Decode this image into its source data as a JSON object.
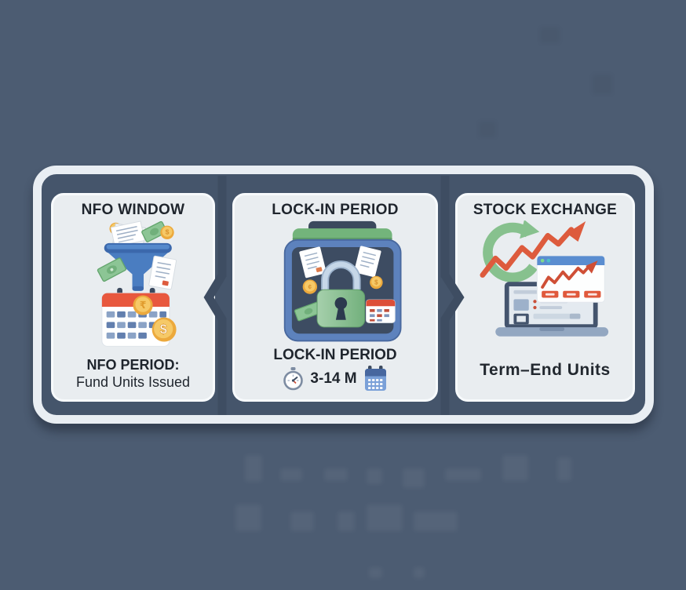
{
  "diagram": {
    "type": "three-step flow infographic",
    "panels": [
      {
        "id": "nfo-window",
        "title": "NFO WINDOW",
        "caption_title": "NFO PERIOD:",
        "caption_sub": "Fund Units Issued",
        "icons": [
          "coin-icon",
          "paper-stack-icon",
          "money-bill-icon",
          "funnel-icon",
          "document-icon",
          "calendar-icon",
          "rupee-coin-icon",
          "dollar-coin-icon"
        ]
      },
      {
        "id": "lock-in-period",
        "title": "LOCK-IN PERIOD",
        "caption_title": "LOCK-IN PERIOD",
        "duration": "3-14 M",
        "icons": [
          "vault-icon",
          "padlock-icon",
          "document-icon",
          "coin-icon",
          "money-bill-icon",
          "mini-calendar-icon",
          "stopwatch-icon",
          "calendar-icon"
        ]
      },
      {
        "id": "stock-exchange",
        "title": "STOCK EXCHANGE",
        "caption": "Term–End Units",
        "icons": [
          "refresh-arrow-icon",
          "growth-arrow-icon",
          "laptop-icon",
          "browser-window-icon",
          "mini-chart-icon"
        ]
      }
    ],
    "separators": [
      {
        "between": [
          "nfo-window",
          "lock-in-period"
        ],
        "direction": "left"
      },
      {
        "between": [
          "lock-in-period",
          "stock-exchange"
        ],
        "direction": "right"
      }
    ]
  },
  "colors": {
    "page_bg": "#4c5c72",
    "frame_border": "#e9eef3",
    "frame_fill": "#45556b",
    "panel_bg": "#e9edf0",
    "separator": "#3e4d62",
    "title_text": "#1f252d",
    "funnel_blue": "#4a7dc1",
    "vault_blue": "#5d82bd",
    "lock_green": "#7ab583",
    "arrow_orange": "#dd5b3d",
    "calendar_red": "#e8583e",
    "coin_gold": "#f2bf55"
  }
}
